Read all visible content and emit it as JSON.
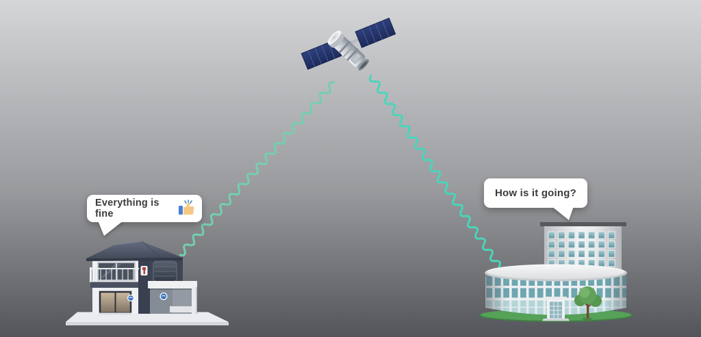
{
  "bubbles": {
    "left": {
      "text": "Everything is fine",
      "icon": "thumbs-up"
    },
    "right": {
      "text": "How is it going?"
    }
  },
  "icons": {
    "satellite": "satellite-icon",
    "signal_wave_left": "squiggly-signal-line",
    "signal_wave_right": "squiggly-signal-line",
    "house": "house-icon",
    "office_building": "office-building-icon",
    "tree": "tree-icon",
    "thumbs_up": "thumbs-up-icon"
  },
  "colors": {
    "bg_top": "#d5d6d8",
    "bg_mid": "#9b9c9f",
    "bg_bottom": "#54555a",
    "wave_left": "#74cfae",
    "wave_right": "#49d5ba",
    "bubble_bg": "#ffffff",
    "bubble_text": "#3b3b3d",
    "solar_panel": "#26356b",
    "grass": "#4f9b52"
  }
}
